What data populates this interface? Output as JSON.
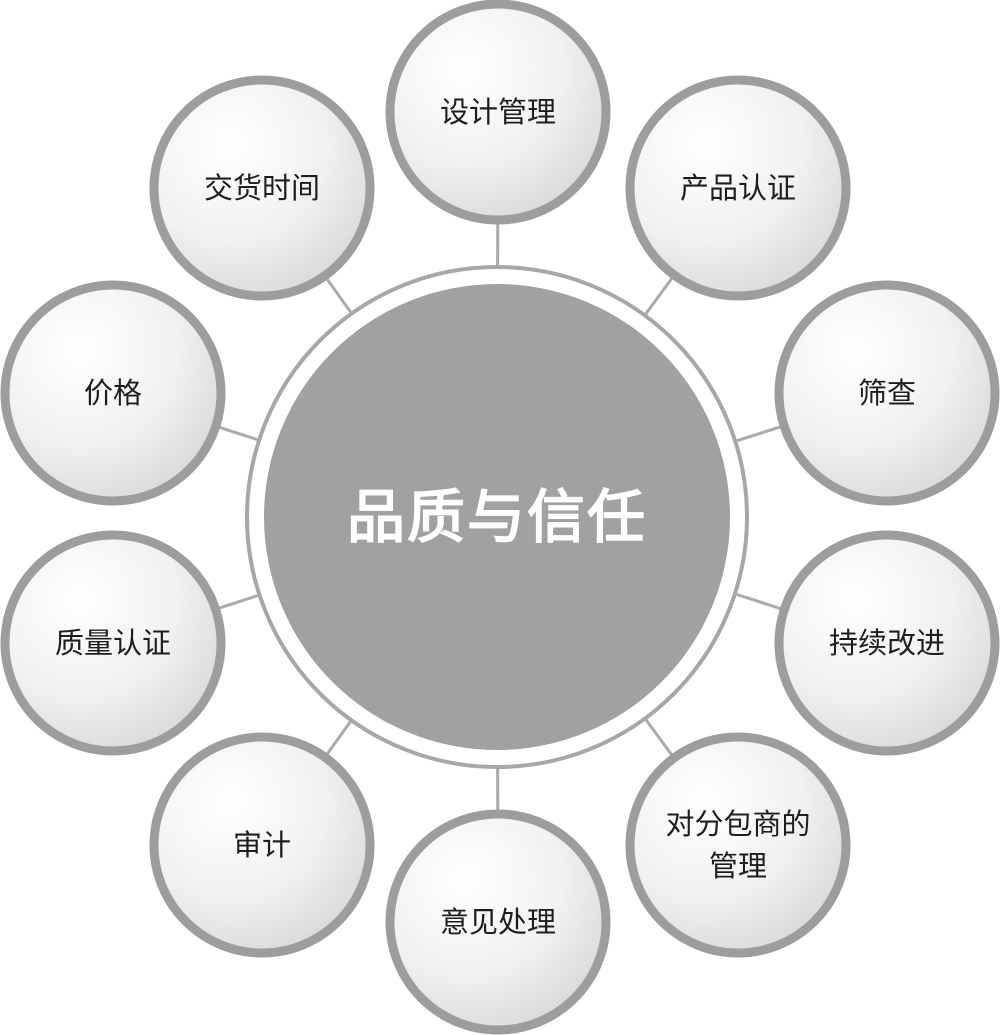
{
  "diagram": {
    "center": {
      "label": "品质与信任"
    },
    "nodes": [
      {
        "id": "design-management",
        "label": "设计管理"
      },
      {
        "id": "product-certification",
        "label": "产品认证"
      },
      {
        "id": "screening",
        "label": "筛查"
      },
      {
        "id": "continuous-improvement",
        "label": "持续改进"
      },
      {
        "id": "subcontractor-management",
        "label": "对分包商的管理",
        "lines": [
          "对分包商的",
          "管理"
        ]
      },
      {
        "id": "feedback-handling",
        "label": "意见处理"
      },
      {
        "id": "audit",
        "label": "审计"
      },
      {
        "id": "quality-certification",
        "label": "质量认证"
      },
      {
        "id": "price",
        "label": "价格"
      },
      {
        "id": "delivery-time",
        "label": "交货时间"
      }
    ],
    "colors": {
      "center_fill": "#a0a1a1",
      "ring_stroke": "#a6a7a7",
      "node_border": "#9c9d9d",
      "node_fill_light": "#ffffff",
      "node_fill_dark": "#d9d9d9",
      "connector": "#aaaaaa",
      "node_text": "#1e1e1e",
      "center_text": "#ffffff"
    }
  }
}
